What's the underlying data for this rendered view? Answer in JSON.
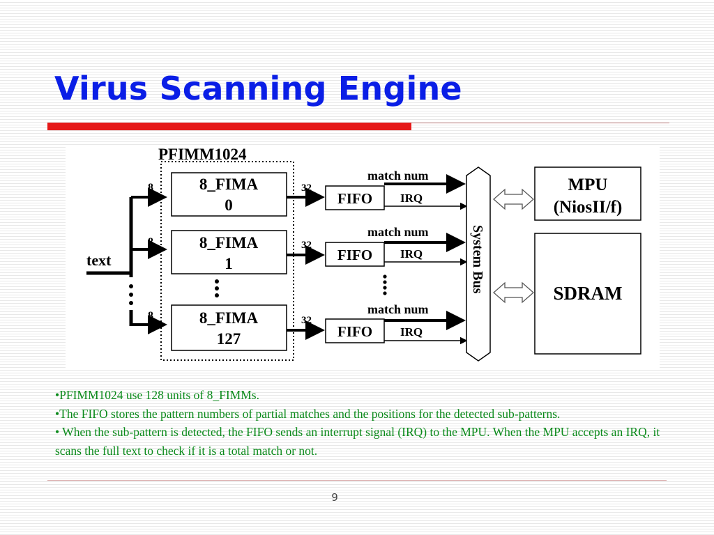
{
  "slide": {
    "title": "Virus Scanning Engine",
    "page_number": "9",
    "colors": {
      "title": "#0a1ee6",
      "accent_bar": "#e61919",
      "bullet_text": "#0a8a1a"
    }
  },
  "diagram": {
    "block_title": "PFIMM1024",
    "input_label": "text",
    "input_width": "8",
    "output_width": "32",
    "units": [
      {
        "name": "8_FIMA",
        "index": "0"
      },
      {
        "name": "8_FIMA",
        "index": "1"
      },
      {
        "name": "8_FIMA",
        "index": "127"
      }
    ],
    "fifo_label": "FIFO",
    "match_num_label": "match num",
    "irq_label": "IRQ",
    "bus_label": "System Bus",
    "mpu_line1": "MPU",
    "mpu_line2": "(NiosII/f)",
    "sdram_label": "SDRAM"
  },
  "bullets": [
    "•PFIMM1024 use 128 units of 8_FIMMs.",
    "•The FIFO stores the pattern numbers of partial matches and the positions for the detected sub-patterns.",
    "• When the sub-pattern is detected, the FIFO sends an interrupt signal (IRQ) to the MPU. When the MPU accepts an IRQ, it scans the full text to check if it is a total match or not."
  ]
}
